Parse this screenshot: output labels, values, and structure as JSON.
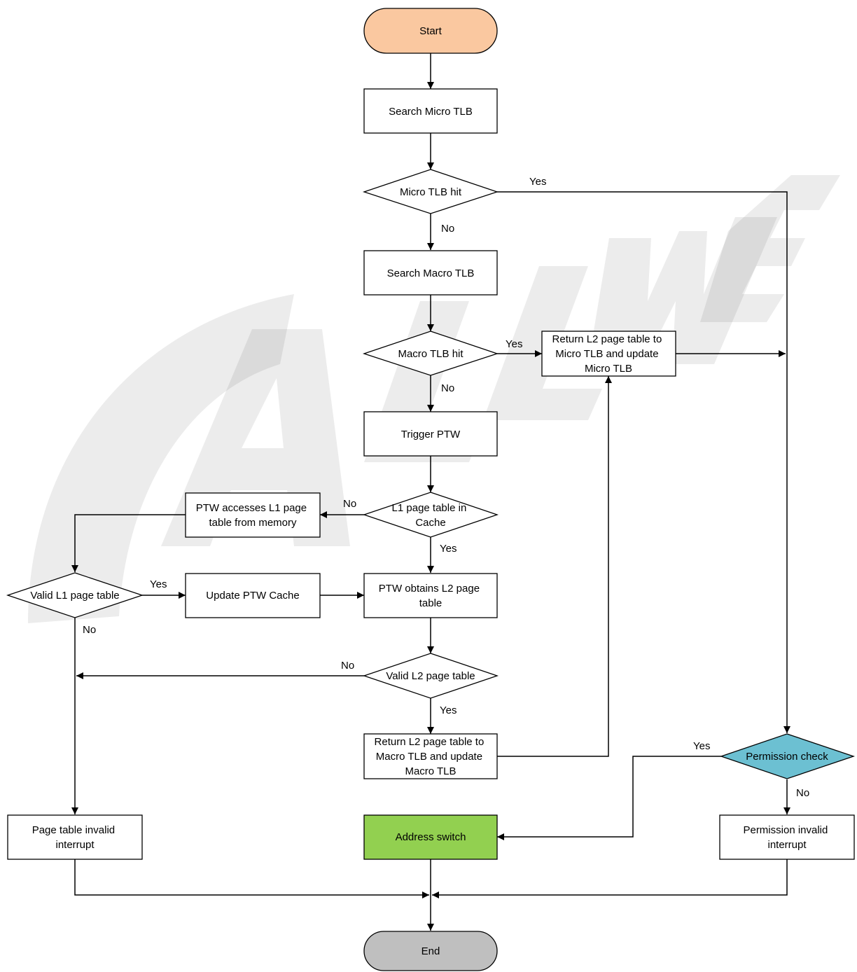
{
  "colors": {
    "start": "#FAC8A0",
    "end": "#BFBFBF",
    "address_switch": "#92D050",
    "permission_check": "#6CC0D2",
    "box": "#FFFFFF"
  },
  "watermark": {
    "text": "ALLWINNER",
    "description": "large faint grey brand logo watermark in background"
  },
  "nodes": {
    "start": {
      "label": "Start"
    },
    "search_micro": {
      "label": "Search Micro TLB"
    },
    "micro_hit": {
      "label": "Micro TLB hit"
    },
    "search_macro": {
      "label": "Search Macro TLB"
    },
    "macro_hit": {
      "label": "Macro TLB hit"
    },
    "return_micro": {
      "lines": [
        "Return L2 page table to",
        "Micro TLB and update",
        "Micro TLB"
      ]
    },
    "trigger_ptw": {
      "label": "Trigger PTW"
    },
    "l1_cache": {
      "lines": [
        "L1 page table in",
        "Cache"
      ]
    },
    "ptw_access": {
      "lines": [
        "PTW accesses L1 page",
        "table from memory"
      ]
    },
    "valid_l1": {
      "label": "Valid L1 page table"
    },
    "update_ptw": {
      "label": "Update PTW Cache"
    },
    "ptw_l2": {
      "lines": [
        "PTW obtains L2 page",
        "table"
      ]
    },
    "valid_l2": {
      "label": "Valid L2 page table"
    },
    "return_macro": {
      "lines": [
        "Return L2 page table to",
        "Macro TLB and update",
        "Macro TLB"
      ]
    },
    "permission_check": {
      "label": "Permission check"
    },
    "pt_invalid": {
      "lines": [
        "Page table invalid",
        "interrupt"
      ]
    },
    "address_switch": {
      "label": "Address switch"
    },
    "perm_invalid": {
      "lines": [
        "Permission invalid",
        "interrupt"
      ]
    },
    "end": {
      "label": "End"
    }
  },
  "edge_labels": {
    "micro_hit_yes": "Yes",
    "micro_hit_no": "No",
    "macro_hit_yes": "Yes",
    "macro_hit_no": "No",
    "l1_cache_no": "No",
    "l1_cache_yes": "Yes",
    "valid_l1_yes": "Yes",
    "valid_l1_no": "No",
    "valid_l2_no": "No",
    "valid_l2_yes": "Yes",
    "perm_yes": "Yes",
    "perm_no": "No"
  }
}
